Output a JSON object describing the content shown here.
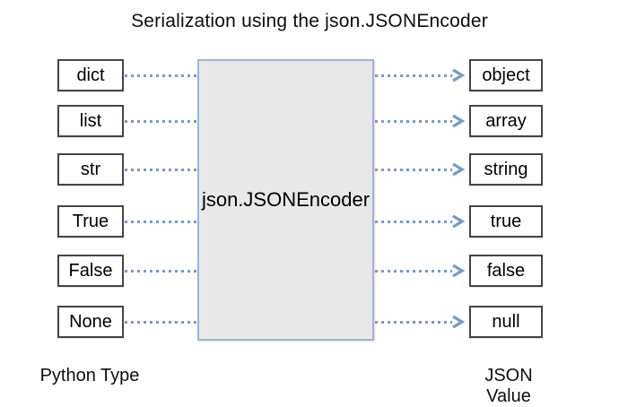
{
  "title": "Serialization using the json.JSONEncoder",
  "encoder": {
    "label": "json.JSONEncoder"
  },
  "footer": {
    "left_label": "Python Type",
    "right_label": "JSON Value"
  },
  "rows": [
    {
      "python": "dict",
      "json": "object"
    },
    {
      "python": "list",
      "json": "array"
    },
    {
      "python": "str",
      "json": "string"
    },
    {
      "python": "True",
      "json": "true"
    },
    {
      "python": "False",
      "json": "false"
    },
    {
      "python": "None",
      "json": "null"
    }
  ],
  "diagram": {
    "type": "mapping",
    "connector_style": "dotted-line-with-right-chevron-arrow",
    "mappings": [
      "dict -> object",
      "list -> array",
      "str -> string",
      "True -> true",
      "False -> false",
      "None -> null"
    ]
  },
  "colors": {
    "connector_blue": "#7599cc",
    "encoder_border": "#9ab4d6",
    "encoder_fill": "#e8e8e8",
    "box_border": "#454545",
    "background": "#ffffff",
    "text": "#000000"
  }
}
